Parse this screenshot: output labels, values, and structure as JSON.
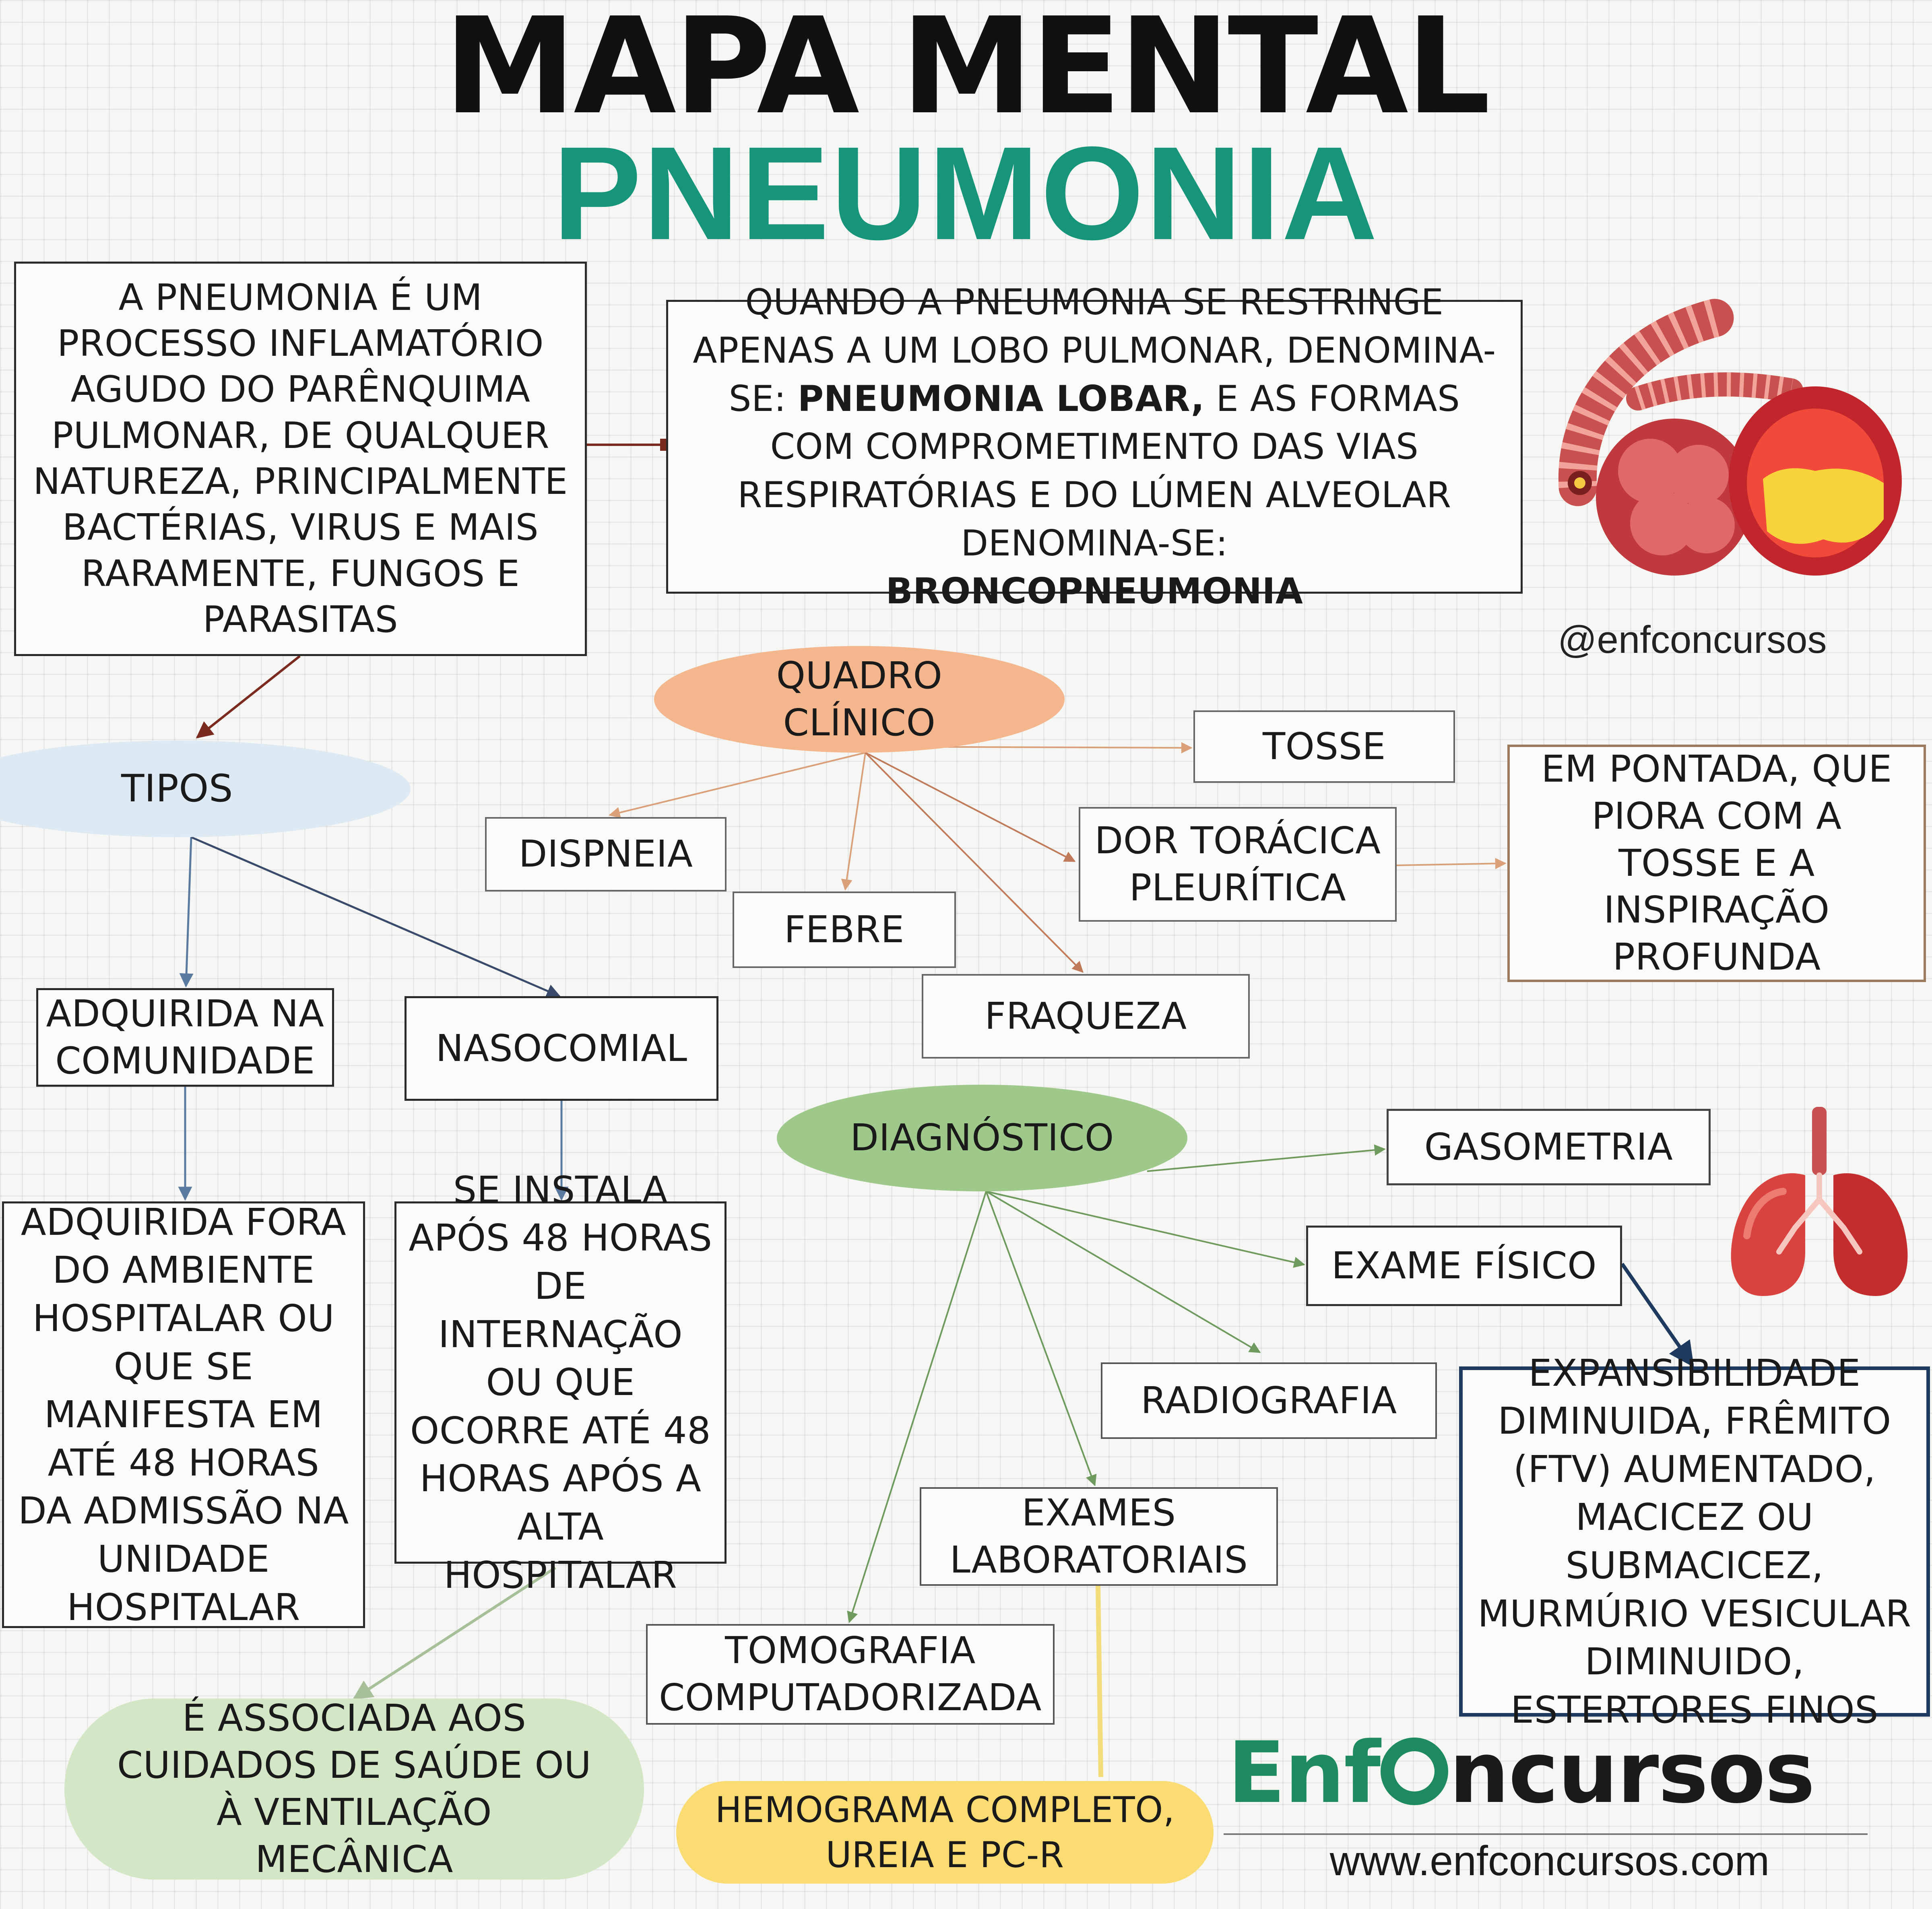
{
  "title": {
    "line1": "MAPA MENTAL",
    "line2": "PNEUMONIA"
  },
  "definition": "A PNEUMONIA É UM PROCESSO INFLAMATÓRIO AGUDO DO PARÊNQUIMA PULMONAR, DE QUALQUER NATUREZA, PRINCIPALMENTE BACTÉRIAS, VIRUS E MAIS RARAMENTE, FUNGOS E PARASITAS",
  "lobar_note": {
    "part1": "QUANDO A PNEUMONIA SE RESTRINGE APENAS A UM LOBO PULMONAR, DENOMINA-SE:",
    "term1": "PNEUMONIA LOBAR,",
    "part2": "E AS FORMAS COM COMPROMETIMENTO DAS VIAS RESPIRATÓRIAS E DO LÚMEN ALVEOLAR DENOMINA-SE:",
    "term2": "BRONCOPNEUMONIA"
  },
  "handle": "@enfconcursos",
  "tipos": {
    "label": "TIPOS",
    "comunidade": {
      "label": "ADQUIRIDA NA COMUNIDADE",
      "detail": "ADQUIRIDA FORA DO AMBIENTE HOSPITALAR OU QUE SE MANIFESTA EM ATÉ 48 HORAS DA ADMISSÃO NA UNIDADE HOSPITALAR"
    },
    "nasocomial": {
      "label": "NASOCOMIAL",
      "detail": "SE INSTALA APÓS 48 HORAS DE INTERNAÇÃO OU QUE OCORRE ATÉ 48 HORAS APÓS A ALTA HOSPITALAR"
    },
    "associated": "É ASSOCIADA AOS CUIDADOS DE SAÚDE OU À VENTILAÇÃO MECÂNICA"
  },
  "quadro": {
    "label": "QUADRO CLÍNICO",
    "tosse": "TOSSE",
    "dispneia": "DISPNEIA",
    "febre": "FEBRE",
    "dor": "DOR TORÁCICA PLEURÍTICA",
    "dor_detail": "EM PONTADA, QUE PIORA COM A TOSSE E A INSPIRAÇÃO PROFUNDA",
    "fraqueza": "FRAQUEZA"
  },
  "diagnostico": {
    "label": "DIAGNÓSTICO",
    "gasometria": "GASOMETRIA",
    "exame_fisico": "EXAME FÍSICO",
    "exame_fisico_detail": "EXPANSIBILIDADE DIMINUIDA, FRÊMITO (FTV) AUMENTADO, MACICEZ OU SUBMACICEZ, MURMÚRIO VESICULAR DIMINUIDO, ESTERTORES FINOS",
    "radiografia": "RADIOGRAFIA",
    "laboratoriais": "EXAMES LABORATORIAIS",
    "laboratoriais_detail": "HEMOGRAMA COMPLETO, UREIA E PC-R",
    "tomografia": "TOMOGRAFIA COMPUTADORIZADA"
  },
  "brand": {
    "part1": "Enf",
    "part2": "ncursos",
    "url": "www.enfconcursos.com"
  },
  "colors": {
    "teal": "#16957a",
    "brand_green": "#1d8b5f",
    "peach": "#f4b68c",
    "sage": "#9fc98a",
    "pale_green": "#d3e6c6",
    "yellow": "#fbdc73",
    "ice_blue": "#dde9f3",
    "navy": "#1f3a5f",
    "tan": "#9c7a5c"
  }
}
